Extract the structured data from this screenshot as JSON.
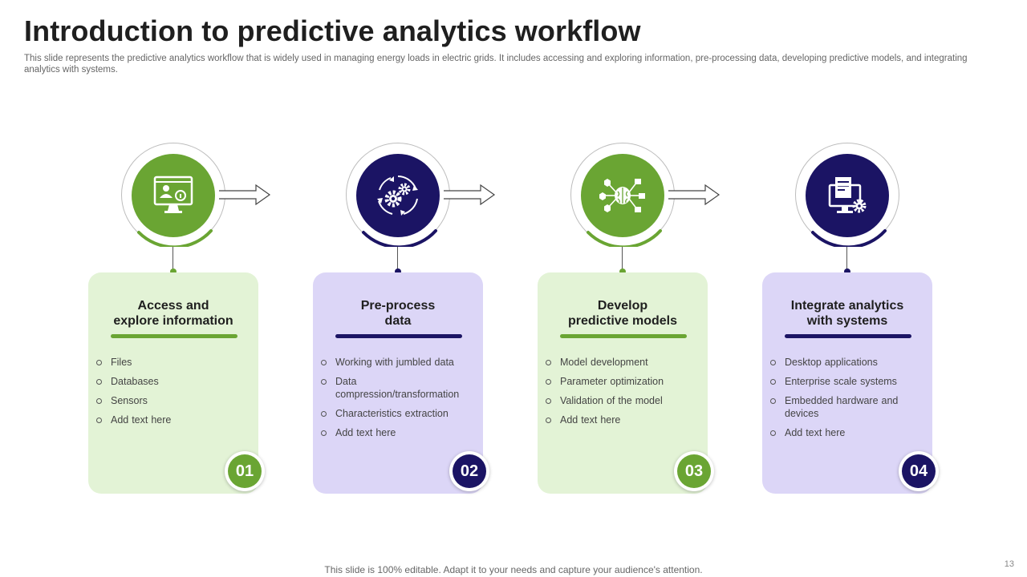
{
  "slide": {
    "title": "Introduction to predictive analytics workflow",
    "subtitle": "This slide represents the predictive analytics workflow that is widely used in managing energy loads in electric grids. It includes accessing and exploring information, pre-processing data, developing predictive models, and integrating analytics with systems.",
    "footer": "This slide is 100% editable. Adapt it to your needs and capture your audience's attention.",
    "page_number": "13"
  },
  "colors": {
    "green": "#6aa533",
    "navy": "#1b1464",
    "green_card": "#e3f3d6",
    "purple_card": "#dcd6f7"
  },
  "steps": [
    {
      "number": "01",
      "title_line1": "Access and",
      "title_line2": "explore information",
      "theme": "green",
      "icon": "monitor-user-info-icon",
      "items": [
        "Files",
        "Databases",
        "Sensors",
        "Add text here"
      ]
    },
    {
      "number": "02",
      "title_line1": "Pre-process",
      "title_line2": "data",
      "theme": "navy",
      "icon": "gears-cycle-icon",
      "items": [
        "Working with jumbled data",
        "Data compression/transformation",
        "Characteristics extraction",
        "Add text here"
      ]
    },
    {
      "number": "03",
      "title_line1": "Develop",
      "title_line2": "predictive models",
      "theme": "green",
      "icon": "brain-network-icon",
      "items": [
        "Model development",
        "Parameter optimization",
        "Validation of the model",
        "Add text here"
      ]
    },
    {
      "number": "04",
      "title_line1": "Integrate analytics",
      "title_line2": "with systems",
      "theme": "navy",
      "icon": "desktop-gear-icon",
      "items": [
        "Desktop applications",
        "Enterprise scale systems",
        "Embedded hardware and devices",
        "Add text here"
      ]
    }
  ]
}
